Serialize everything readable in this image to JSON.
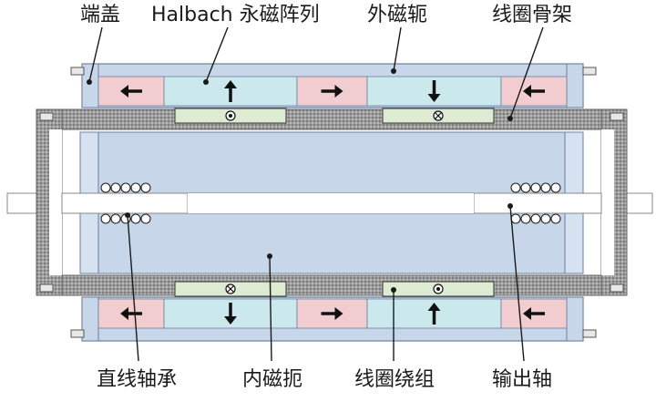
{
  "labels": {
    "end_cap": "端盖",
    "halbach_array": "Halbach 永磁阵列",
    "outer_yoke": "外磁轭",
    "coil_former": "线圈骨架",
    "linear_bearing": "直线轴承",
    "inner_yoke": "内磁扼",
    "coil_winding": "线圈绕组",
    "output_shaft": "输出轴"
  },
  "magnet_directions": {
    "top": [
      "left",
      "up",
      "right",
      "down",
      "left"
    ],
    "bottom": [
      "left",
      "down",
      "right",
      "up",
      "left"
    ]
  },
  "coil_current": {
    "top": [
      "out",
      "in"
    ],
    "bottom": [
      "in",
      "out"
    ]
  },
  "colors": {
    "radial_magnet": "#cbe9ec",
    "axial_magnet": "#f2cdd0",
    "yoke": "#c7d6e8",
    "coil": "#dcebd2",
    "former": "#a7a7a7",
    "outline": "#6c7fa0",
    "text": "#1a1a1a"
  }
}
